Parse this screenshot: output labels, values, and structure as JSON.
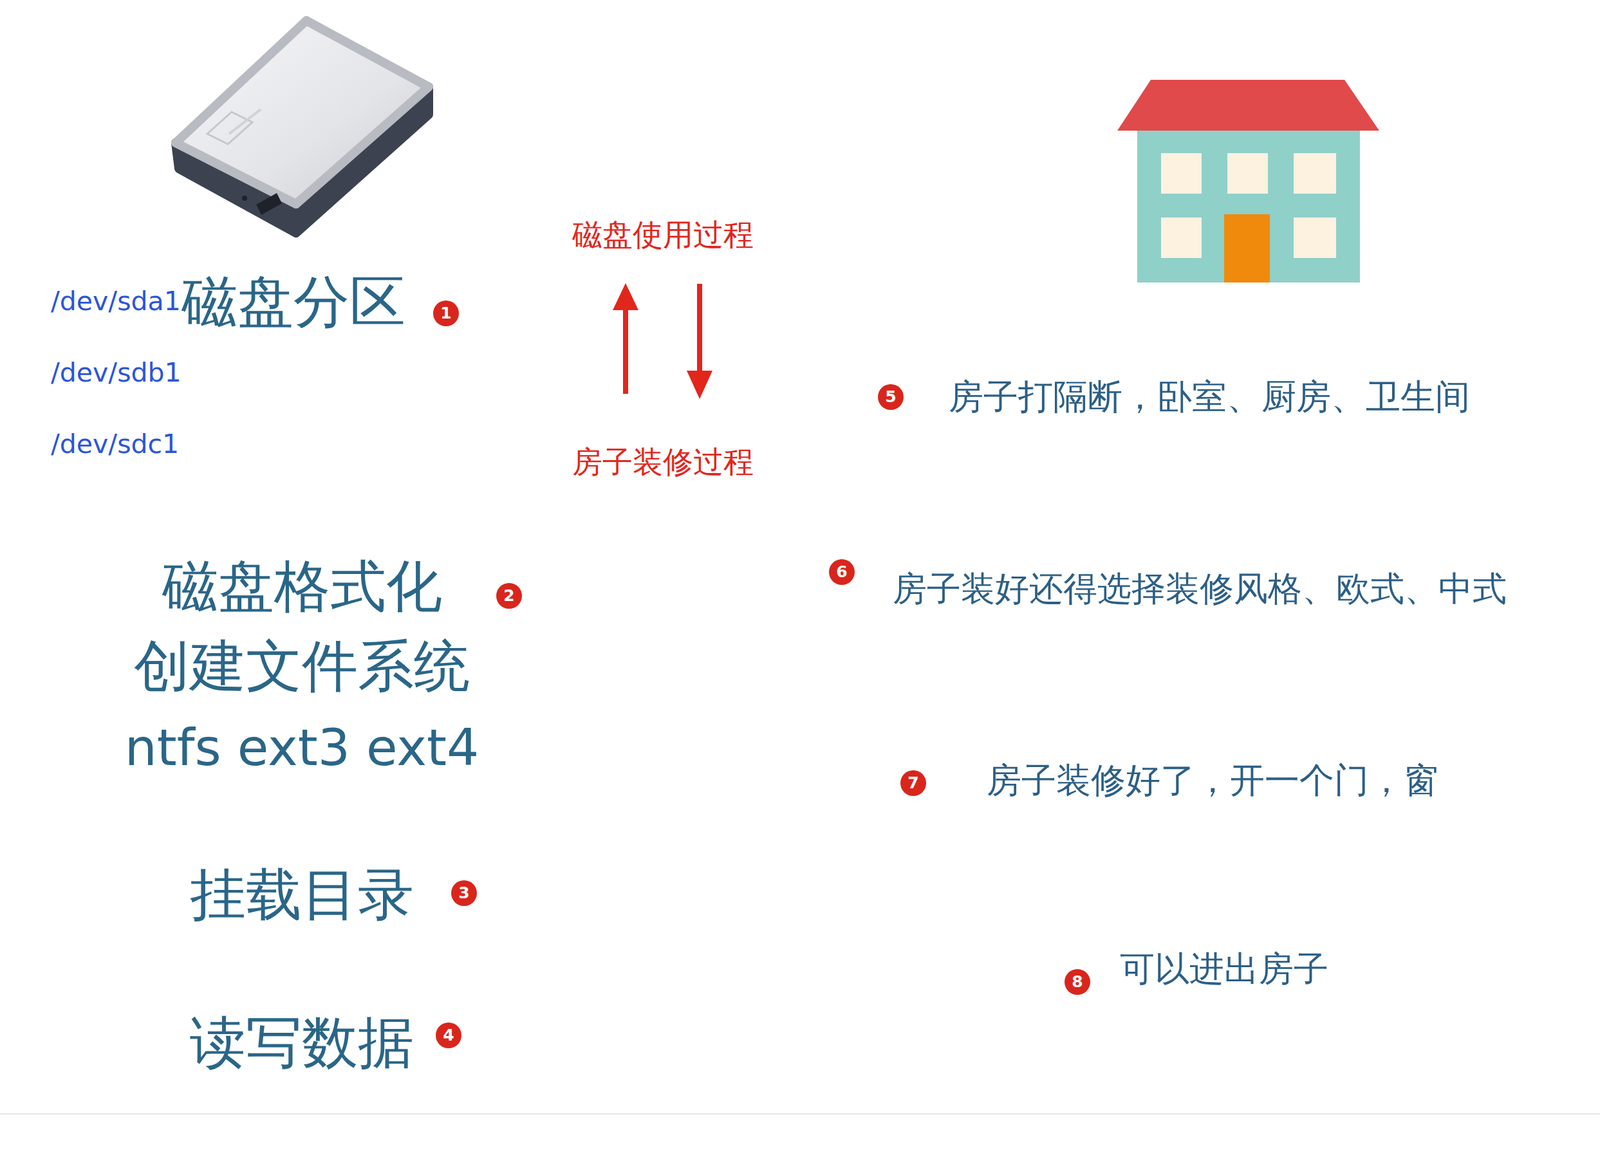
{
  "diagram": {
    "labels": [
      "/dev/sda1",
      "磁盘分区",
      "1",
      "/dev/sdb1",
      "/dev/sdc1",
      "磁盘使用过程",
      "房子装修过程",
      "磁盘格式化",
      "创建文件系统",
      "ntfs  ext3 ext4",
      "2",
      "挂载目录",
      "3",
      "读写数据",
      "4",
      "5",
      "房子打隔断，卧室、厨房、卫生间",
      "6",
      "房子装好还得选择装修风格、欧式、中式",
      "7",
      "房子装修好了，开一个门，窗",
      "8",
      "可以进出房子"
    ]
  }
}
